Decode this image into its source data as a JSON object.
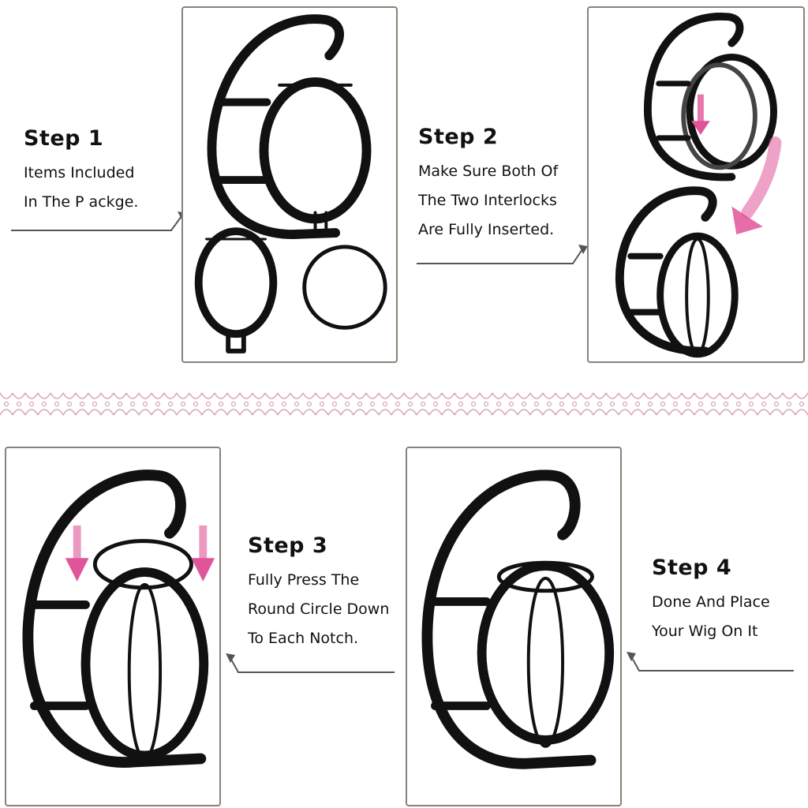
{
  "colors": {
    "frame": "#111111",
    "accent_pink": "#e0559a",
    "panel_border": "#8a8178",
    "divider": "#d7a6b8",
    "text": "#111111"
  },
  "steps": [
    {
      "title": "Step 1",
      "lines": [
        "Items Included",
        "In The P ackge."
      ]
    },
    {
      "title": "Step 2",
      "lines": [
        "Make Sure Both Of",
        "The Two Interlocks",
        "Are Fully Inserted."
      ]
    },
    {
      "title": "Step 3",
      "lines": [
        "Fully Press The",
        "Round Circle Down",
        "To Each Notch."
      ]
    },
    {
      "title": "Step 4",
      "lines": [
        "Done And Place",
        "Your Wig On It"
      ]
    }
  ],
  "icons": {
    "pointer": "arrow-pointer-icon",
    "press": "pink-down-arrow-icon"
  }
}
